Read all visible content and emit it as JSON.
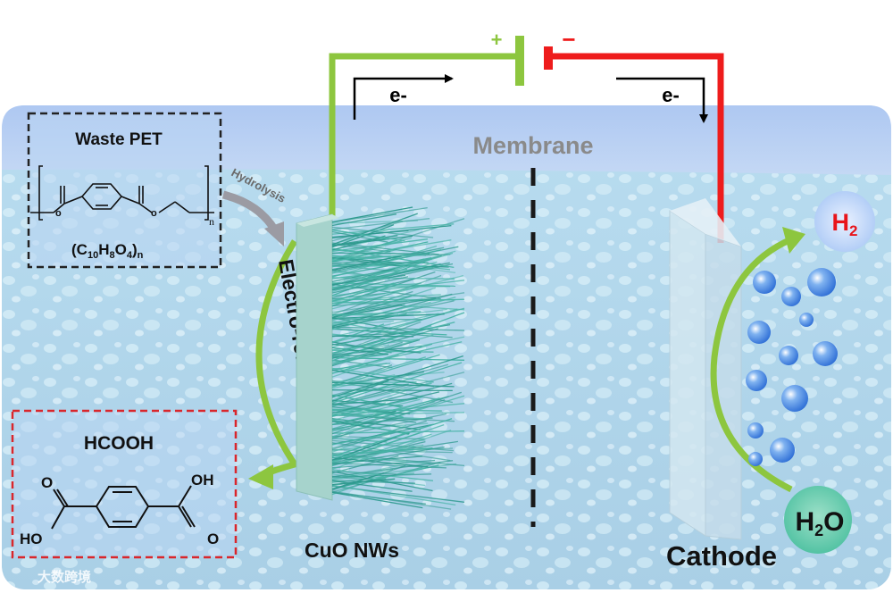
{
  "battery": {
    "plus": "+",
    "minus": "−"
  },
  "electron_flow": {
    "left": "e-",
    "right": "e-"
  },
  "membrane_label": "Membrane",
  "waste_pet": {
    "title": "Waste PET",
    "formula_sub_n": "n",
    "formula": {
      "open": "(C",
      "c_sub": "10",
      "h": "H",
      "h_sub": "8",
      "o": "O",
      "o_sub": "4",
      "close": ")",
      "n": "n"
    }
  },
  "hydrolysis_label": "Hydrolysis",
  "electro_reforming_label": "Electro-reforming",
  "product": {
    "title": "HCOOH",
    "oh_top": "OH",
    "ho_bottom": "HO",
    "o_top": "O",
    "o_bottom": "O"
  },
  "anode_label": "CuO NWs",
  "cathode_label": "Cathode",
  "h2": {
    "h": "H",
    "sub": "2"
  },
  "h2o": {
    "h": "H",
    "sub": "2",
    "o": "O"
  },
  "watermark": "大数跨境",
  "colors": {
    "anode_wire": "#8dc63f",
    "cathode_wire": "#ee1c1c",
    "pet_box_border": "#222222",
    "product_box_border": "#d9262c",
    "h2_text": "#e8141b",
    "membrane_text": "#8a8a8a",
    "electrolyte_top": "#a9c4ef",
    "electrolyte": "#bcdcf0",
    "nanowire": "#3aa59a"
  }
}
